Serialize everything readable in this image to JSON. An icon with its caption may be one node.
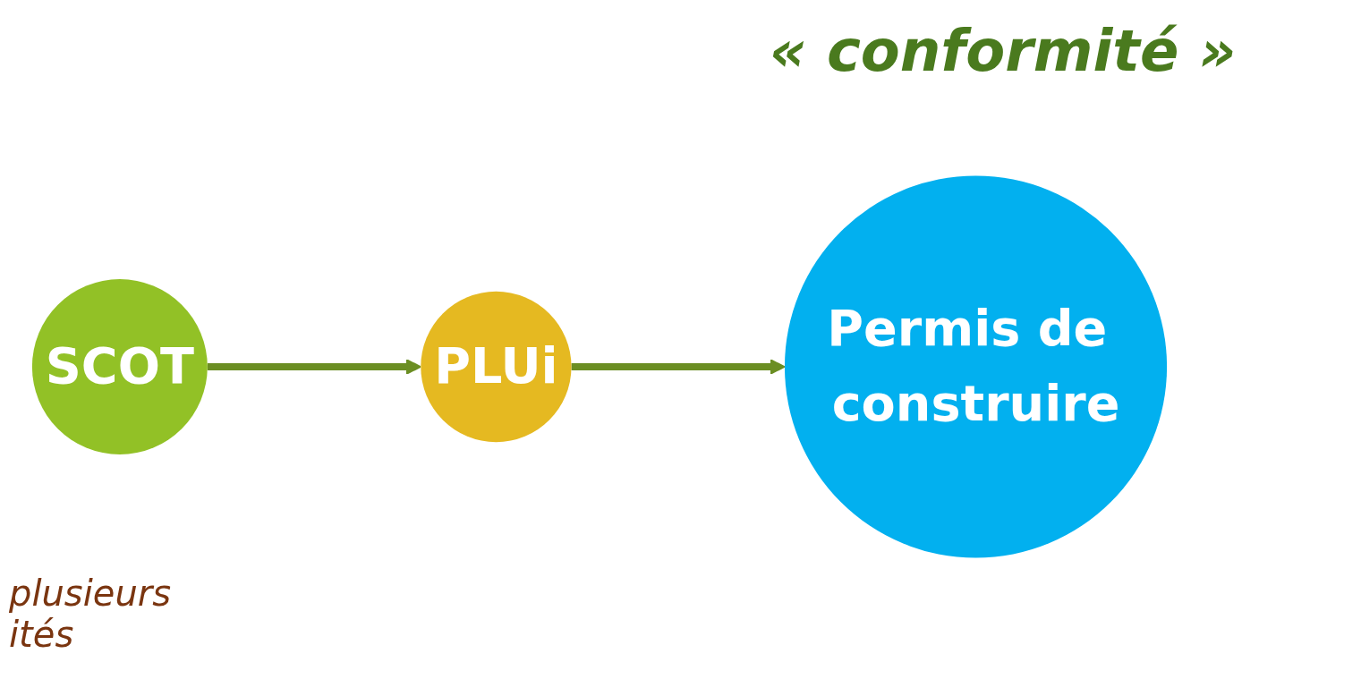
{
  "diagram": {
    "nodes": [
      {
        "text": [
          "SCOT"
        ]
      },
      {
        "text": [
          "PLUi"
        ]
      },
      {
        "text": [
          "Permis de construire"
        ]
      }
    ],
    "edges": [
      {
        "from": 0,
        "to": 1,
        "arrow": "to"
      },
      {
        "from": 1,
        "to": 2,
        "arrow": "to"
      }
    ],
    "labels": [
      "« conformité »",
      "plusieurs ités"
    ]
  }
}
